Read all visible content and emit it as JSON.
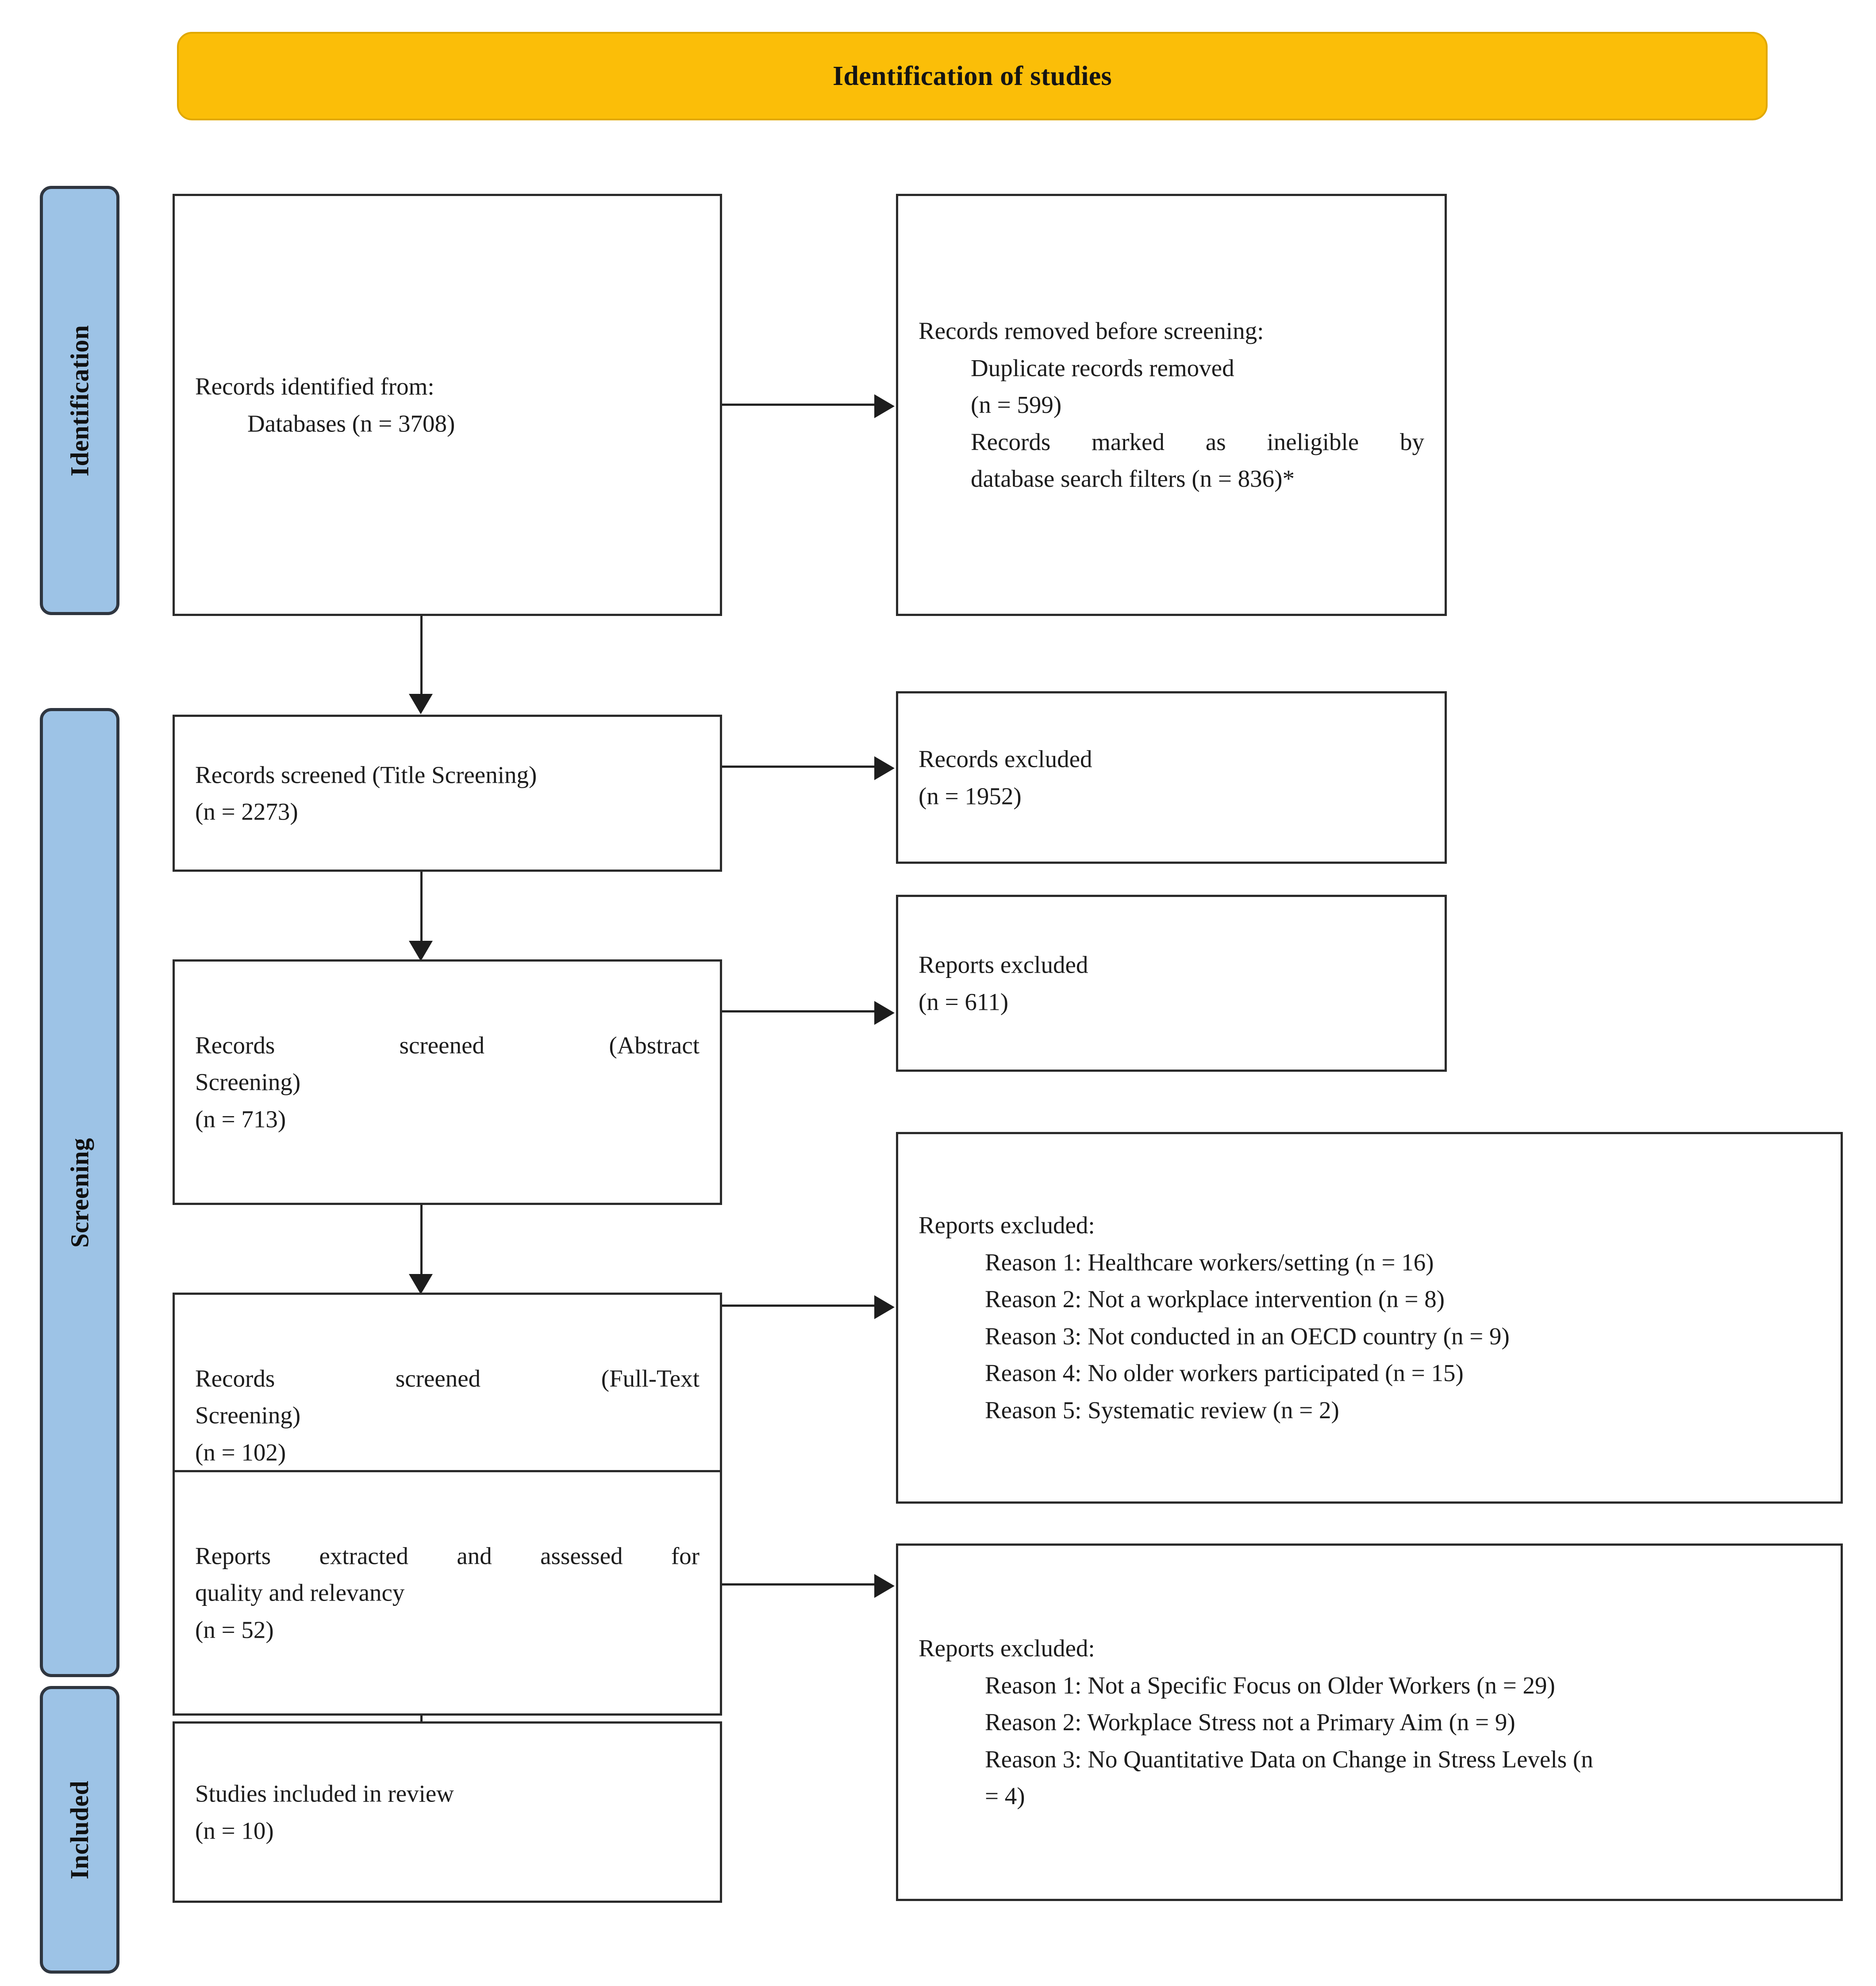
{
  "banner": {
    "title": "Identification of studies",
    "color": "#FBBE08"
  },
  "phases": [
    {
      "id": "identification",
      "label": "Identification"
    },
    {
      "id": "screening",
      "label": "Screening"
    },
    {
      "id": "included",
      "label": "Included"
    }
  ],
  "phase_color": "#9DC3E6",
  "boxes": {
    "identified": {
      "line1": "Records identified from:",
      "line2": "Databases (n = 3708)"
    },
    "removed_before_screening": {
      "line1": "Records removed before screening:",
      "line2": "Duplicate records removed",
      "line3": "(n = 599)",
      "line4": "Records marked as ineligible by",
      "line5": "database search filters (n = 836)*"
    },
    "title_screening": {
      "line1": "Records screened (Title Screening)",
      "line2": "(n = 2273)"
    },
    "records_excluded": {
      "line1": "Records excluded",
      "line2": "(n = 1952)"
    },
    "abstract_screening": {
      "line1": "Records screened (Abstract",
      "line2": "Screening)",
      "line3": "(n = 713)"
    },
    "reports_excluded_abstract": {
      "line1": "Reports excluded",
      "line2": "(n = 611)"
    },
    "fulltext_screening": {
      "line1": "Records screened (Full-Text",
      "line2": "Screening)",
      "line3": "(n = 102)"
    },
    "reports_excluded_fulltext": {
      "heading": "Reports excluded:",
      "reasons": [
        "Reason 1: Healthcare workers/setting (n = 16)",
        "Reason 2: Not a workplace intervention (n = 8)",
        "Reason 3: Not conducted in an OECD country (n = 9)",
        "Reason 4: No older workers participated (n = 15)",
        "Reason 5: Systematic review (n = 2)"
      ]
    },
    "reports_extracted": {
      "line1": "Reports extracted and assessed for",
      "line2": "quality and relevancy",
      "line3": "(n = 52)"
    },
    "reports_excluded_quality": {
      "heading": "Reports excluded:",
      "reasons": [
        "Reason 1: Not a Specific Focus on Older Workers (n = 29)",
        "Reason 2: Workplace Stress not a Primary Aim (n = 9)",
        "Reason 3: No Quantitative Data on Change in Stress Levels (n",
        "= 4)"
      ]
    },
    "studies_included": {
      "line1": "Studies included in review",
      "line2": "(n = 10)"
    }
  }
}
